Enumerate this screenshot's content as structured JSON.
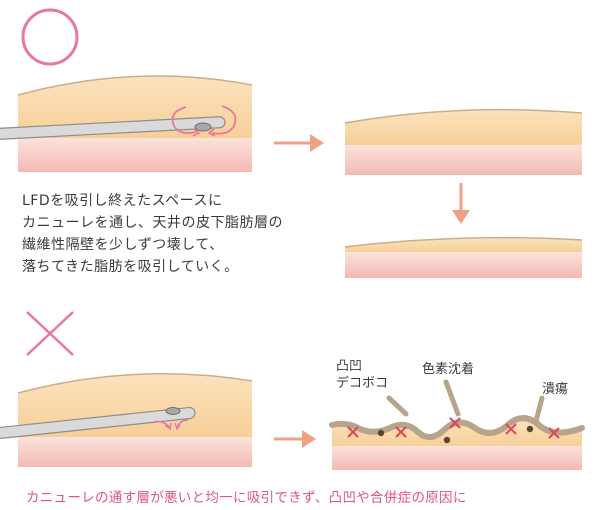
{
  "good": {
    "description_lines": [
      "LFDを吸引し終えたスペースに",
      "カニューレを通し、天井の皮下脂肪層の",
      "繊維性隔壁を少しずつ壊して、",
      "落ちてきた脂肪を吸引していく。"
    ]
  },
  "bad": {
    "labels": {
      "bumps": [
        "凸凹",
        "デコボコ"
      ],
      "pigmentation": "色素沈着",
      "ulcer": "潰瘍"
    },
    "caption": "カニューレの通す層が悪いと均一に吸引できず、凸凹や合併症の原因に"
  },
  "colors": {
    "accent_pink": "#e8789e",
    "caption_pink": "#e0538a",
    "arrow": "#f0a183",
    "fat_layer": "#f9d6a4",
    "dermis": "#f8dcd0",
    "muscle": "#f2b6b0",
    "cannula": "#d9d9d9",
    "scar_x": "#e0445c",
    "septum": "#b7a48a"
  }
}
